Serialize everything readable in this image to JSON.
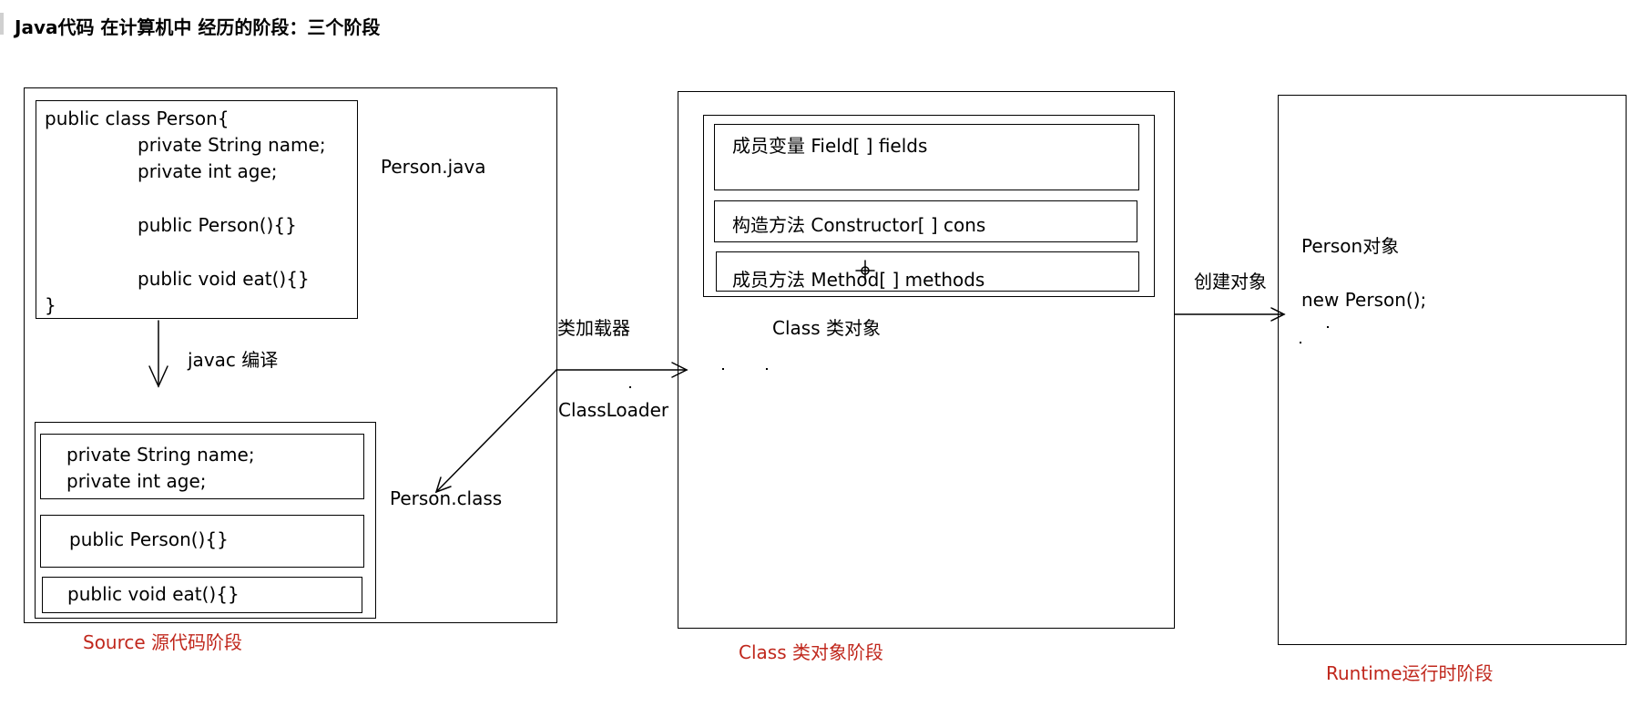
{
  "title": "Java代码 在计算机中 经历的阶段：三个阶段",
  "source_stage": {
    "label": "Source 源代码阶段",
    "java_code_lines": [
      "public class Person{",
      "private String name;",
      "private int age;",
      "public Person(){}",
      "public void eat(){}",
      "}"
    ],
    "java_file": "Person.java",
    "compile_label": "javac 编译",
    "class_fields_lines": [
      "private String name;",
      "private int age;"
    ],
    "class_constructor": "public Person(){}",
    "class_method": "public void eat(){}",
    "class_file": "Person.class"
  },
  "loader": {
    "label_cn": "类加载器",
    "label_en": "ClassLoader"
  },
  "class_stage": {
    "label": "Class 类对象阶段",
    "fields": "成员变量  Field[ ] fields",
    "constructors": "构造方法  Constructor[ ] cons",
    "methods": "成员方法 Method[ ] methods",
    "class_object": "Class 类对象"
  },
  "create_label": "创建对象",
  "runtime_stage": {
    "label": "Runtime运行时阶段",
    "object": "Person对象",
    "new_expr": "new Person();"
  },
  "colors": {
    "stage_label": "#c0271c",
    "line": "#000000"
  }
}
